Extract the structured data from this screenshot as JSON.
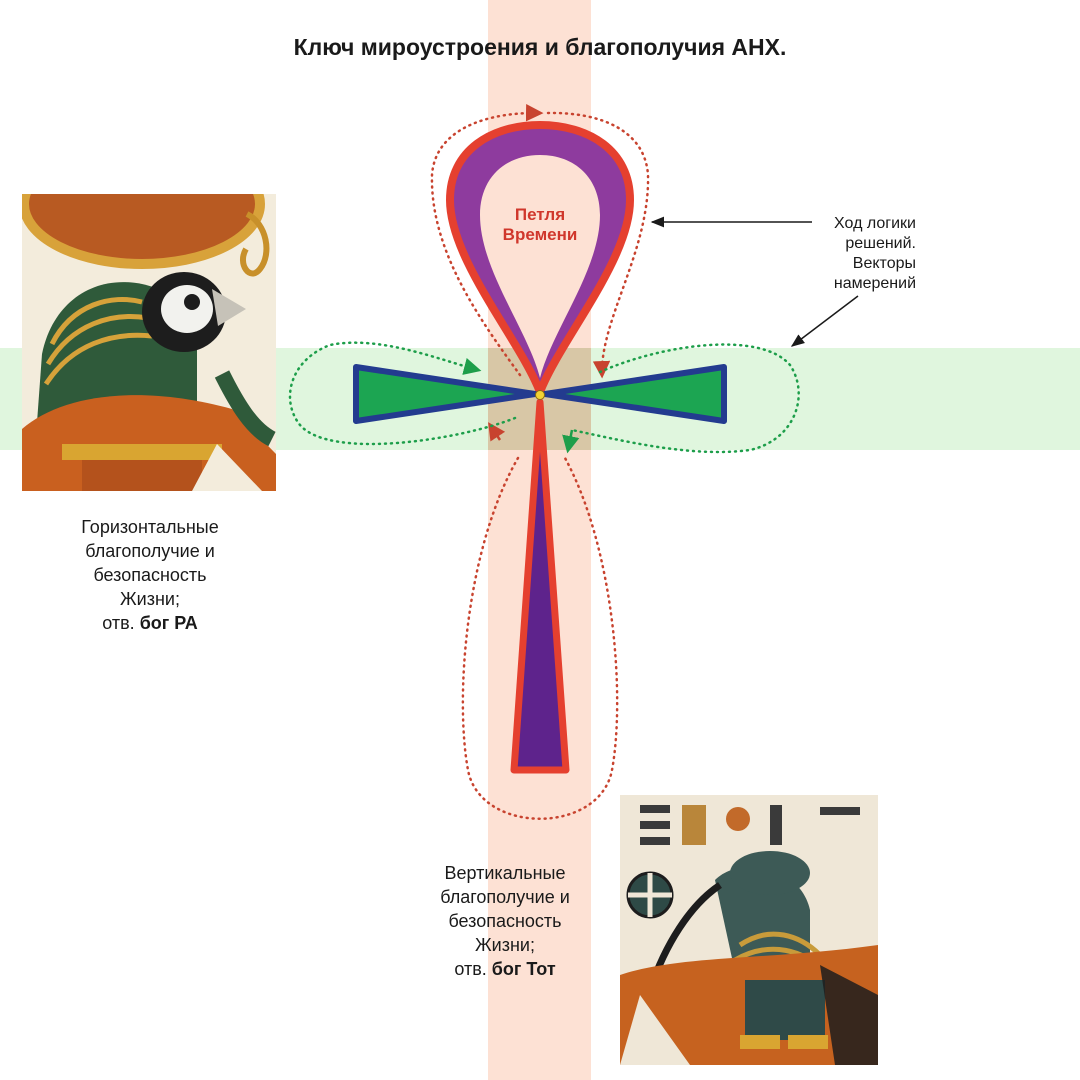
{
  "title": "Ключ мироустроения и благополучия АНХ.",
  "loop_label": {
    "line1": "Петля",
    "line2": "Времени"
  },
  "logic_note": {
    "line1": "Ход логики",
    "line2": "решений.",
    "line3": "Векторы",
    "line4": "намерений"
  },
  "horizontal_caption": {
    "line1": "Горизонтальные",
    "line2": "благополучие и",
    "line3": "безопасность",
    "line4": "Жизни;",
    "line5_prefix": "отв. ",
    "line5_bold": "бог РА"
  },
  "vertical_caption": {
    "line1": "Вертикальные",
    "line2": "благополучие и",
    "line3": "безопасность",
    "line4": "Жизни;",
    "line5_prefix": "отв. ",
    "line5_bold": "бог Тот"
  },
  "colors": {
    "vertical_band": "#fde1d4",
    "horizontal_band": "#e0f6de",
    "ankh_fill": "#6a2b93",
    "ankh_outline": "#e5402f",
    "arms_fill": "#1ca552",
    "arms_outline": "#233b8f",
    "flow_red": "#c8432f",
    "flow_green": "#1d9e4a",
    "center_dot": "#f2d234"
  }
}
